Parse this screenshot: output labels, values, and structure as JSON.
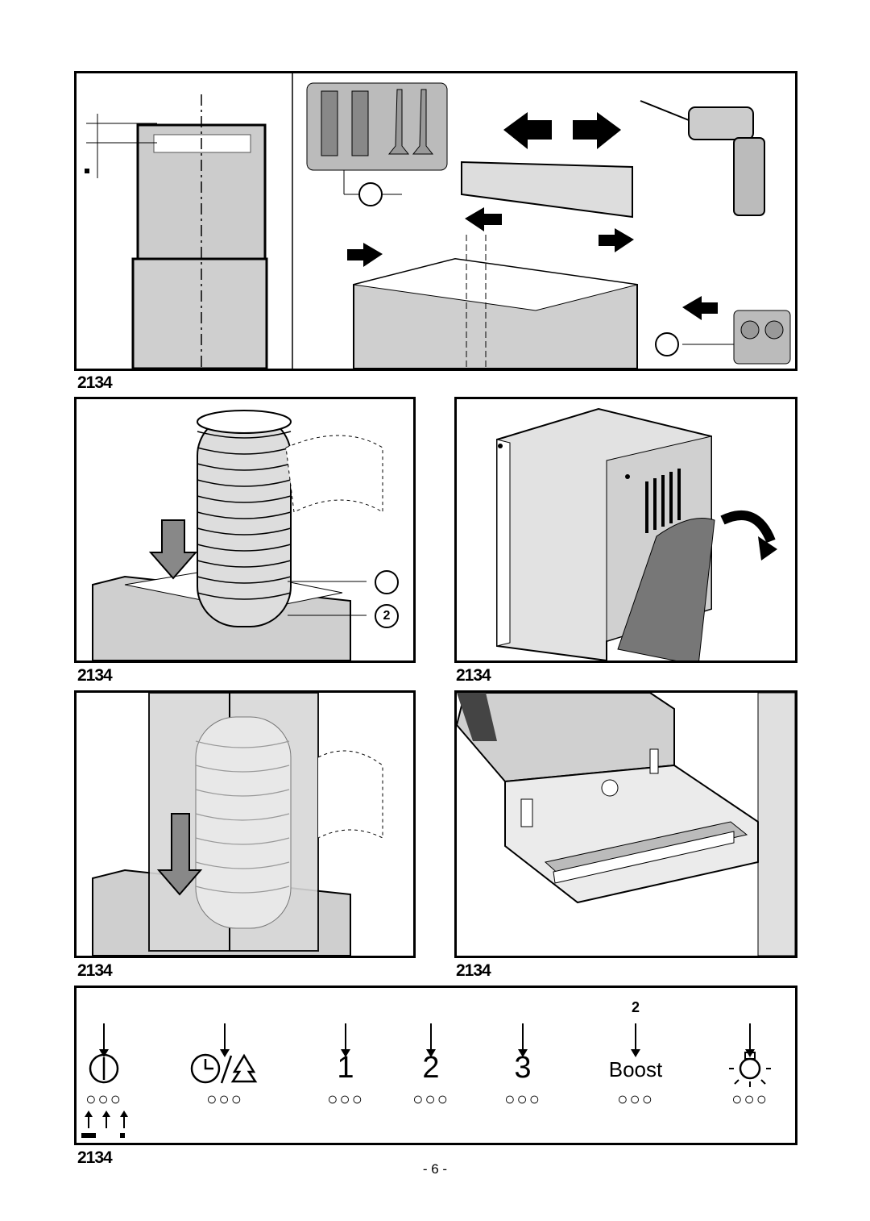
{
  "figures": {
    "fig1": {
      "label": "2134",
      "callout_a": "",
      "callout_b": ""
    },
    "fig2": {
      "label": "2134",
      "callout_1": "",
      "callout_2": "2"
    },
    "fig3": {
      "label": "2134"
    },
    "fig4": {
      "label": "2134"
    },
    "fig5": {
      "label": "2134"
    },
    "fig6": {
      "label": "2134"
    }
  },
  "panel": {
    "columns": [
      {
        "key": "",
        "symbol": "power-icon"
      },
      {
        "key": "",
        "symbol": "timer-fan-icon"
      },
      {
        "key": "",
        "symbol_text": "1"
      },
      {
        "key": "",
        "symbol_text": "2"
      },
      {
        "key": "",
        "symbol_text": "3"
      },
      {
        "key": "2",
        "symbol_text": "Boost"
      },
      {
        "key": "",
        "symbol": "light-bulb-icon"
      }
    ],
    "led_groups": "○○○"
  },
  "page_number": "- 6 -"
}
